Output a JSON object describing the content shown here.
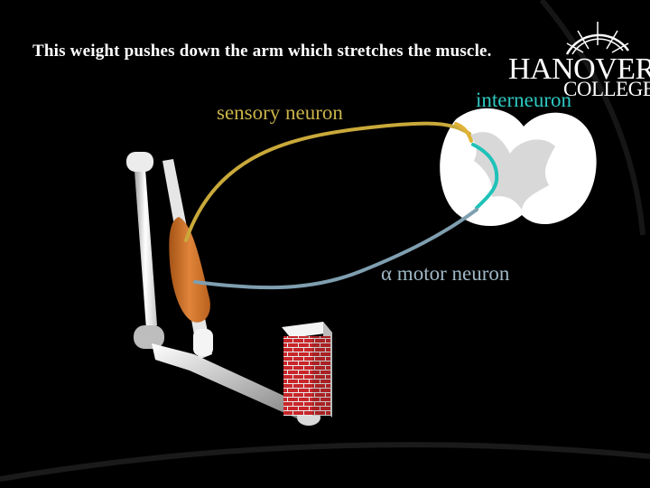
{
  "slide": {
    "title": "This weight pushes down the arm which stretches the muscle."
  },
  "labels": {
    "sensory": "sensory neuron",
    "interneuron": "interneuron",
    "motor": "α motor neuron"
  },
  "logo": {
    "name": "HANOVER",
    "sub": "COLLEGE"
  },
  "colors": {
    "background": "#000000",
    "sensory_neuron": "#c9a93a",
    "interneuron": "#1fc2b8",
    "motor_neuron": "#7f9fb0",
    "muscle": "#d9782b",
    "bone": "#efefef",
    "brick": "#c8262a",
    "spinal_cord": "#f2f2f2"
  }
}
